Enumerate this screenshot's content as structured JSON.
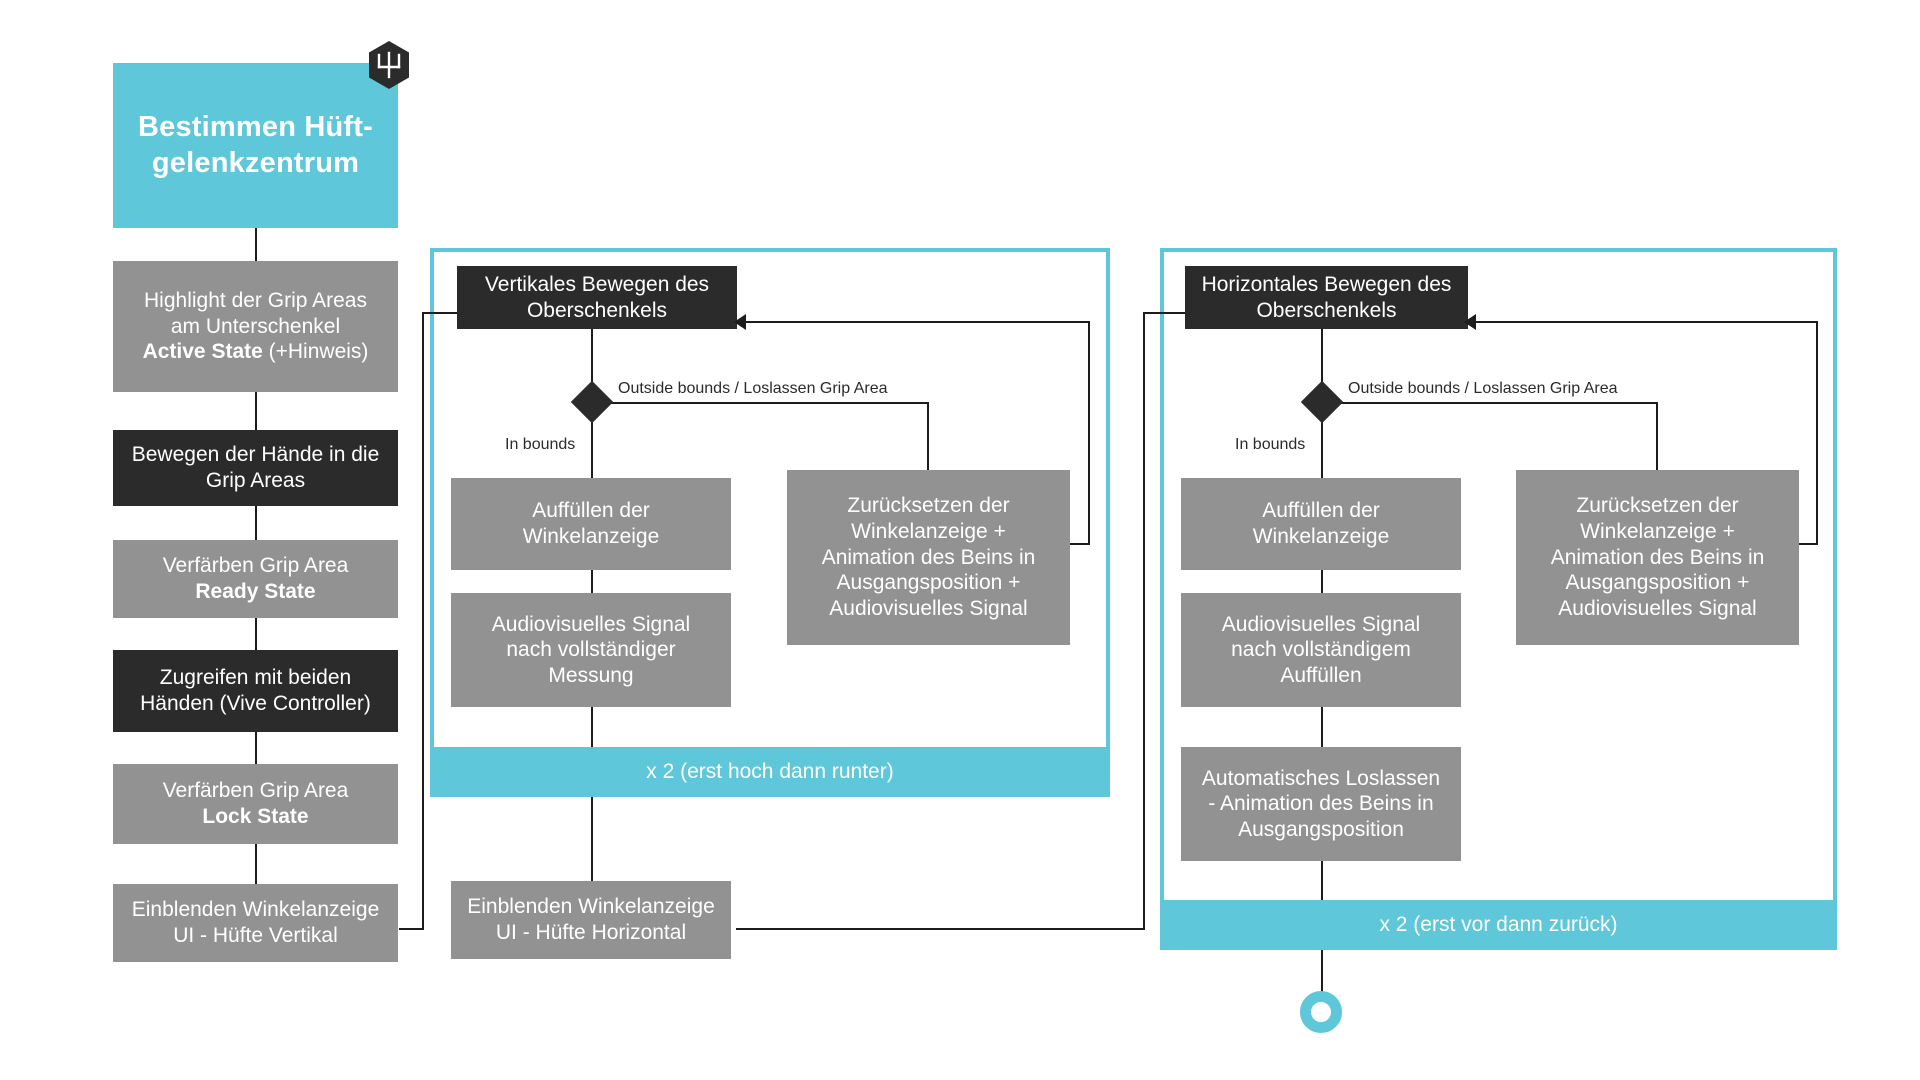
{
  "diagram": {
    "title_node": {
      "label": "Bestimmen Hüft-\ngelenkzentrum",
      "badge_icon": "psi-trident-icon",
      "color": "#5ec8da"
    },
    "colors": {
      "accent_teal": "#5ec8da",
      "process_grey": "#929292",
      "action_dark": "#2b2b2b",
      "connector": "#1c1c1c",
      "text_light": "#ffffff"
    },
    "left_column": [
      {
        "id": "highlight-grip-areas",
        "type": "grey",
        "line1": "Highlight der Grip Areas",
        "line2": "am Unterschenkel",
        "line3_bold": "Active State",
        "line3_rest": " (+Hinweis)"
      },
      {
        "id": "bewegen-haende",
        "type": "dark",
        "line1": "Bewegen der Hände in die",
        "line2": "Grip Areas"
      },
      {
        "id": "verfaerben-ready",
        "type": "grey",
        "line1": "Verfärben Grip Area",
        "line2_bold": "Ready State"
      },
      {
        "id": "zugreifen-haende",
        "type": "dark",
        "line1": "Zugreifen mit beiden",
        "line2": "Händen (Vive Controller)"
      },
      {
        "id": "verfaerben-lock",
        "type": "grey",
        "line1": "Verfärben Grip Area",
        "line2_bold": "Lock State"
      },
      {
        "id": "einblenden-vertikal",
        "type": "grey",
        "line1": "Einblenden Winkelanzeige",
        "line2": "UI - Hüfte Vertikal"
      }
    ],
    "vertical_group": {
      "header": {
        "id": "vertikales-bewegen",
        "type": "dark",
        "line1": "Vertikales Bewegen des",
        "line2": "Oberschenkels"
      },
      "decision_labels": {
        "in_bounds": "In bounds",
        "outside_bounds": "Outside bounds / Loslassen Grip Area"
      },
      "in_bounds_chain": [
        {
          "id": "auffuellen-winkelanzeige-v",
          "type": "grey",
          "line1": "Auffüllen der",
          "line2": "Winkelanzeige"
        },
        {
          "id": "audiovisuelles-signal-v",
          "type": "grey",
          "line1": "Audiovisuelles Signal",
          "line2": "nach vollständiger",
          "line3": "Messung"
        }
      ],
      "outside_bounds_node": {
        "id": "zuruecksetzen-v",
        "type": "grey",
        "line1": "Zurücksetzen der",
        "line2": "Winkelanzeige +",
        "line3": "Animation des Beins in",
        "line4": "Ausgangsposition +",
        "line5": "Audiovisuelles Signal"
      },
      "loop_bar": {
        "id": "loop-bar-vertikal",
        "label": "x 2 (erst hoch dann runter)"
      },
      "exit_node": {
        "id": "einblenden-horizontal",
        "type": "grey",
        "line1": "Einblenden Winkelanzeige",
        "line2": "UI - Hüfte Horizontal"
      }
    },
    "horizontal_group": {
      "header": {
        "id": "horizontales-bewegen",
        "type": "dark",
        "line1": "Horizontales Bewegen des",
        "line2": "Oberschenkels"
      },
      "decision_labels": {
        "in_bounds": "In bounds",
        "outside_bounds": "Outside bounds / Loslassen Grip Area"
      },
      "in_bounds_chain": [
        {
          "id": "auffuellen-winkelanzeige-h",
          "type": "grey",
          "line1": "Auffüllen der",
          "line2": "Winkelanzeige"
        },
        {
          "id": "audiovisuelles-signal-h",
          "type": "grey",
          "line1": "Audiovisuelles Signal",
          "line2": "nach vollständigem",
          "line3": "Auffüllen"
        },
        {
          "id": "automatisches-loslassen",
          "type": "grey",
          "line1": "Automatisches Loslassen",
          "line2": "- Animation des Beins in",
          "line3": "Ausgangsposition"
        }
      ],
      "outside_bounds_node": {
        "id": "zuruecksetzen-h",
        "type": "grey",
        "line1": "Zurücksetzen der",
        "line2": "Winkelanzeige +",
        "line3": "Animation des Beins in",
        "line4": "Ausgangsposition +",
        "line5": "Audiovisuelles Signal"
      },
      "loop_bar": {
        "id": "loop-bar-horizontal",
        "label": "x 2 (erst vor dann zurück)"
      }
    },
    "end_marker": {
      "id": "end-node",
      "icon": "end-circle-icon"
    }
  }
}
